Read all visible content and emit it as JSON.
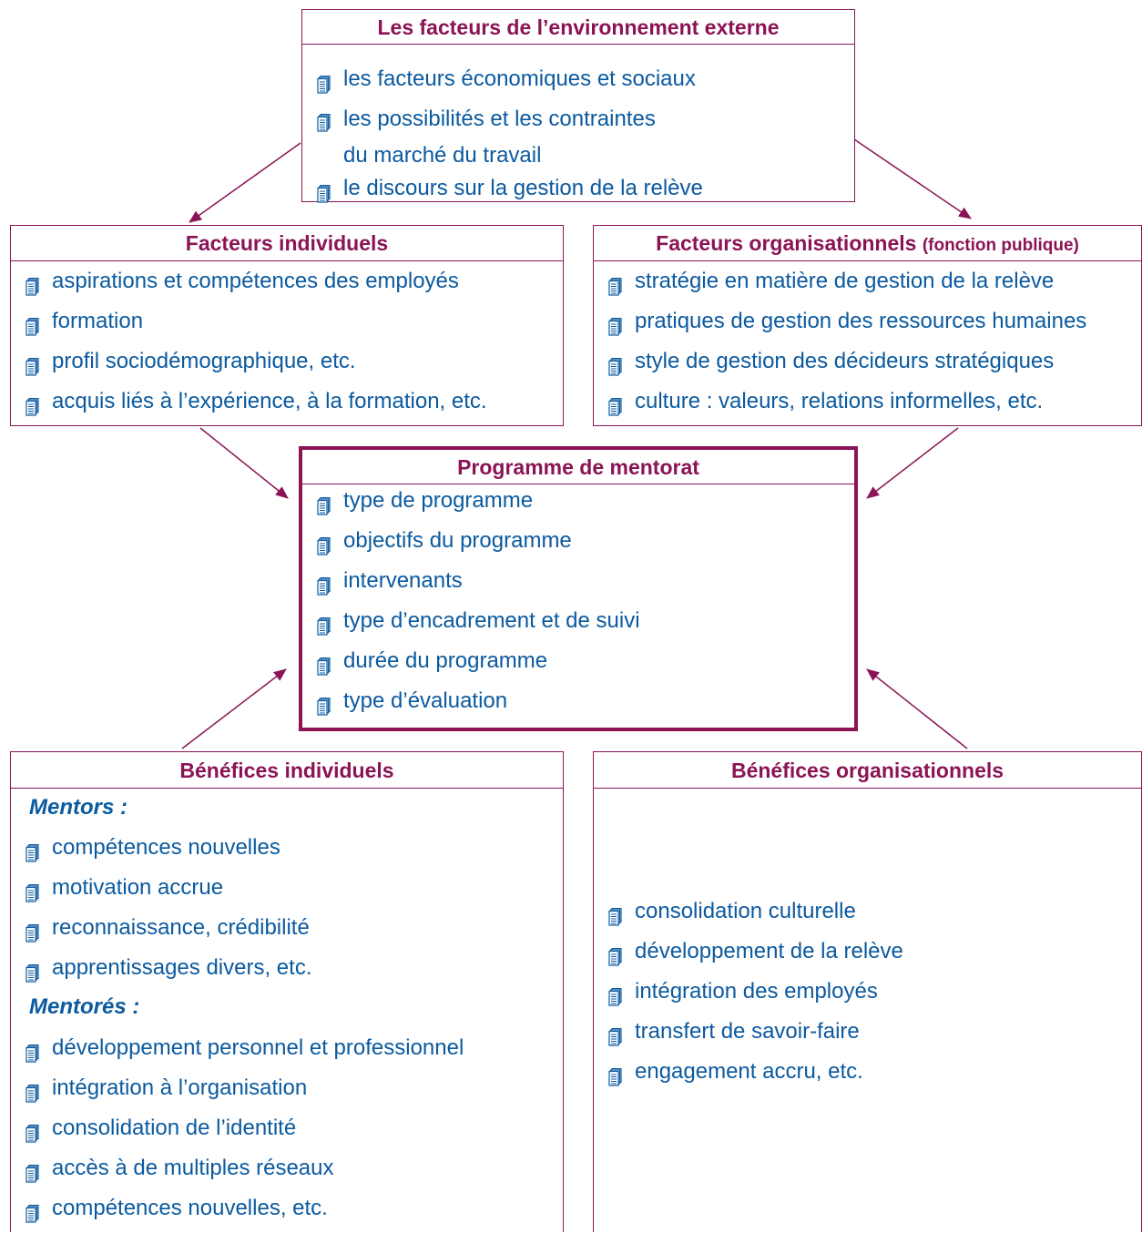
{
  "accent_color": "#8a1455",
  "text_color": "#0b5aa0",
  "bullet_icon": "document-icon",
  "boxes": {
    "env": {
      "title": "Les facteurs de l’environnement externe",
      "items": [
        "les facteurs économiques et sociaux",
        "les possibilités et les contraintes\ndu marché du travail",
        "le discours sur la gestion de la relève"
      ]
    },
    "individual": {
      "title": "Facteurs individuels",
      "items": [
        "aspirations et compétences des employés",
        "formation",
        "profil sociodémographique, etc.",
        "acquis liés à l’expérience, à la formation, etc."
      ]
    },
    "org": {
      "title": "Facteurs organisationnels",
      "title_suffix": "(fonction publique)",
      "items": [
        "stratégie en matière de gestion de la relève",
        "pratiques de gestion des ressources humaines",
        "style de gestion des décideurs stratégiques",
        "culture : valeurs, relations informelles, etc."
      ]
    },
    "program": {
      "title": "Programme de mentorat",
      "items": [
        "type de programme",
        "objectifs du programme",
        "intervenants",
        "type d’encadrement et de suivi",
        "durée du programme",
        "type d’évaluation"
      ]
    },
    "benefits_individual": {
      "title": "Bénéfices individuels",
      "mentors_label": "Mentors :",
      "mentors_items": [
        "compétences nouvelles",
        "motivation accrue",
        "reconnaissance, crédibilité",
        "apprentissages divers, etc."
      ],
      "mentees_label": "Mentorés :",
      "mentees_items": [
        "développement personnel et professionnel",
        "intégration à l’organisation",
        "consolidation de l’identité",
        "accès à de multiples réseaux",
        "compétences nouvelles, etc."
      ]
    },
    "benefits_org": {
      "title": "Bénéfices organisationnels",
      "items": [
        "consolidation culturelle",
        "développement de la relève",
        "intégration des employés",
        "transfert de savoir-faire",
        "engagement accru, etc."
      ]
    }
  }
}
